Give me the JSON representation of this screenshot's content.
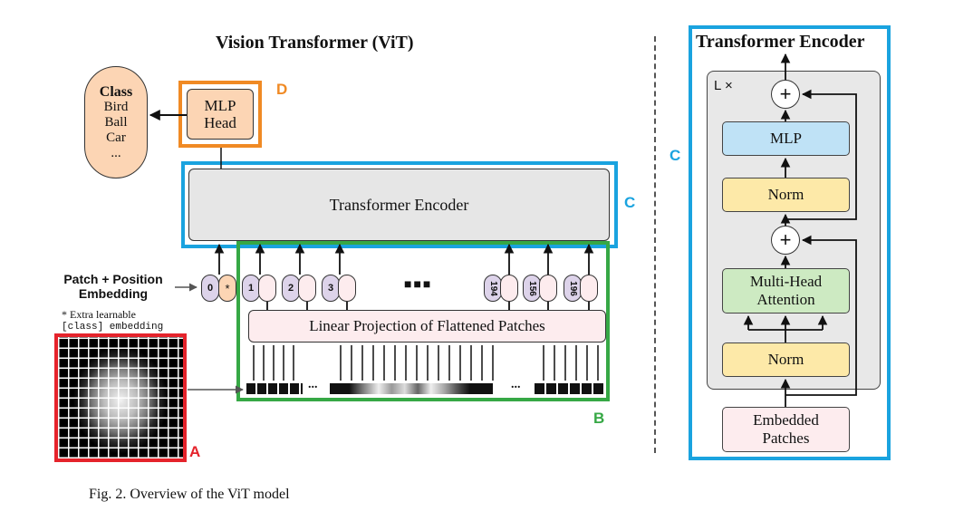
{
  "vit": {
    "title": "Vision Transformer (ViT)",
    "class_box": {
      "title": "Class",
      "items": [
        "Bird",
        "Ball",
        "Car",
        "..."
      ]
    },
    "mlp_head": {
      "line1": "MLP",
      "line2": "Head"
    },
    "encoder_label": "Transformer Encoder",
    "patch_embed_label": {
      "line1": "Patch + Position",
      "line2": "Embedding"
    },
    "extra_note": {
      "line1": "* Extra learnable",
      "line2": "[class] embedding"
    },
    "position_ids": [
      "0",
      "1",
      "2",
      "3",
      "194",
      "156",
      "196"
    ],
    "class_token_marker": "*",
    "ellipsis": "■■■",
    "patch_dots": "...",
    "linear_projection": "Linear Projection of Flattened Patches"
  },
  "encoder_detail": {
    "title": "Transformer Encoder",
    "repeat": "L ×",
    "mlp": "MLP",
    "norm1": "Norm",
    "norm2": "Norm",
    "mha": {
      "line1": "Multi-Head",
      "line2": "Attention"
    },
    "embedded": {
      "line1": "Embedded",
      "line2": "Patches"
    },
    "plus": "+"
  },
  "annotations": {
    "A": "A",
    "B": "B",
    "C_left": "C",
    "C_right": "C",
    "D": "D",
    "colors": {
      "A": "#e5232b",
      "B": "#36a845",
      "C": "#1aa3df",
      "D": "#f08a24"
    }
  },
  "caption": "Fig. 2. Overview of the ViT model"
}
